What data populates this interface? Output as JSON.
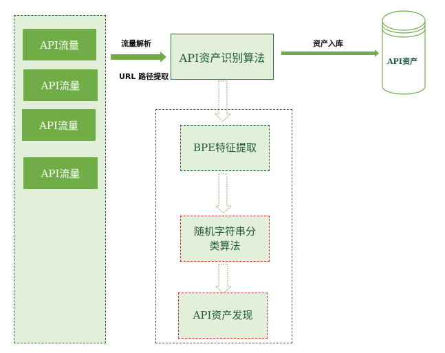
{
  "traffic_sources": [
    {
      "label": "API流量"
    },
    {
      "label": "API流量"
    },
    {
      "label": "API流量"
    },
    {
      "label": "API流量"
    }
  ],
  "input_arrow": {
    "top_label": "流量解析",
    "bottom_label": "URL 路径提取"
  },
  "algorithm_box": {
    "label": "API资产识别算法"
  },
  "output_arrow": {
    "label": "资产入库"
  },
  "database": {
    "label": "API资产"
  },
  "pipeline_steps": [
    {
      "label": "BPE特征提取"
    },
    {
      "label": "随机字符串分类算法"
    },
    {
      "label": "API资产发现"
    }
  ],
  "colors": {
    "primary_green": "#70ad47",
    "light_green": "#e2efd9",
    "dark_green": "#1e6b3c",
    "alert_red": "#e02020"
  }
}
